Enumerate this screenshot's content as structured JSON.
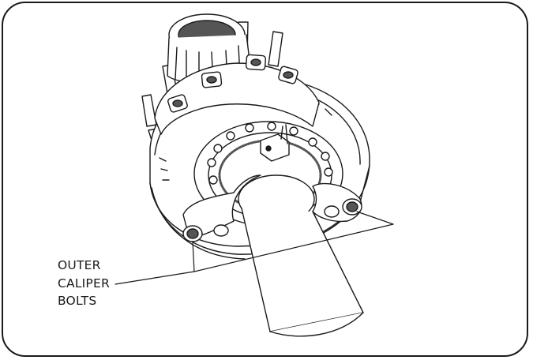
{
  "callout": {
    "line1": "OUTER",
    "line2": "CALIPER",
    "line3": "BOLTS"
  },
  "colors": {
    "ink": "#1a1a1a",
    "shade": "#555555",
    "background": "#ffffff"
  }
}
